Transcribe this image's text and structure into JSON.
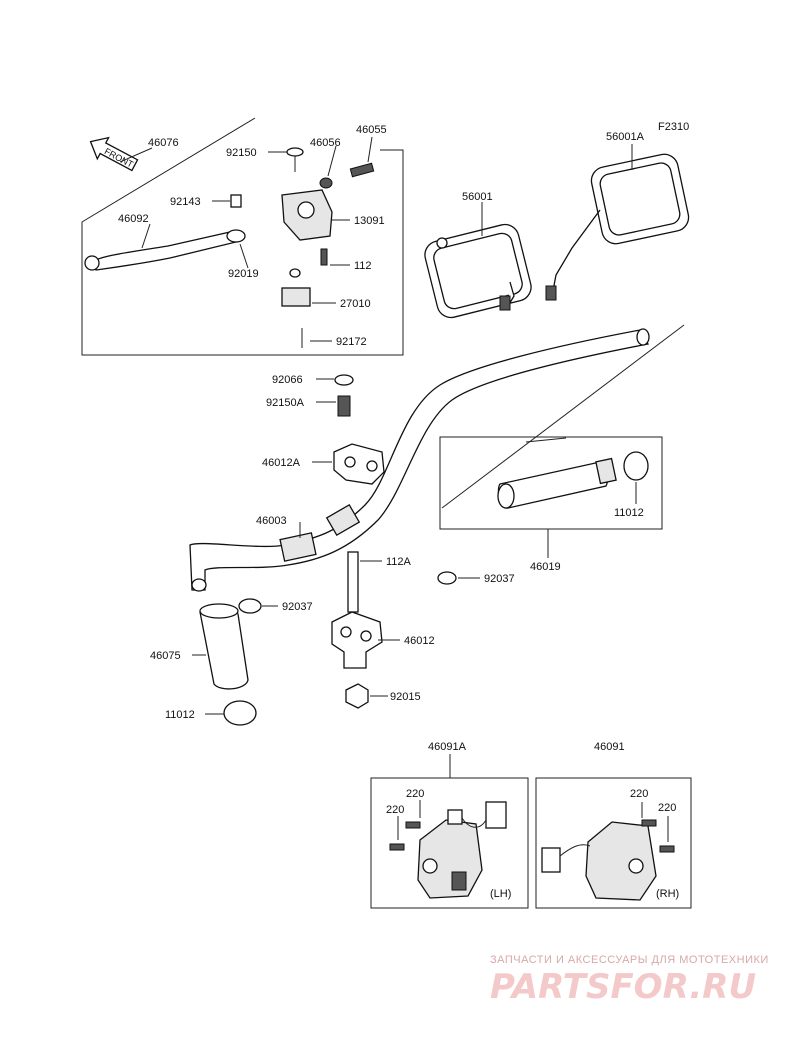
{
  "figure_code": "F2310",
  "front_label": "FRONT",
  "parts": {
    "p46076": "46076",
    "p92150": "92150",
    "p46056": "46056",
    "p46055": "46055",
    "p92143": "92143",
    "p46092": "46092",
    "p13091": "13091",
    "p112": "112",
    "p92019": "92019",
    "p27010": "27010",
    "p92172": "92172",
    "p56001A": "56001A",
    "p56001": "56001",
    "p92066": "92066",
    "p92150A": "92150A",
    "p46012A": "46012A",
    "p46003": "46003",
    "p112A": "112A",
    "p92037a": "92037",
    "p92037b": "92037",
    "p46012": "46012",
    "p46075": "46075",
    "p92015": "92015",
    "p11012a": "11012",
    "p11012b": "11012",
    "p46019": "46019",
    "p46091A": "46091A",
    "p46091": "46091",
    "p220a": "220",
    "p220b": "220",
    "p220c": "220",
    "p220d": "220"
  },
  "switch_sides": {
    "left": "(LH)",
    "right": "(RH)"
  },
  "watermark": {
    "caption": "ЗАПЧАСТИ И АКСЕССУАРЫ ДЛЯ МОТОТЕХНИКИ",
    "logo": "PARTSFOR.RU"
  },
  "colors": {
    "line": "#111111",
    "watermark": "#f3c9c9"
  }
}
